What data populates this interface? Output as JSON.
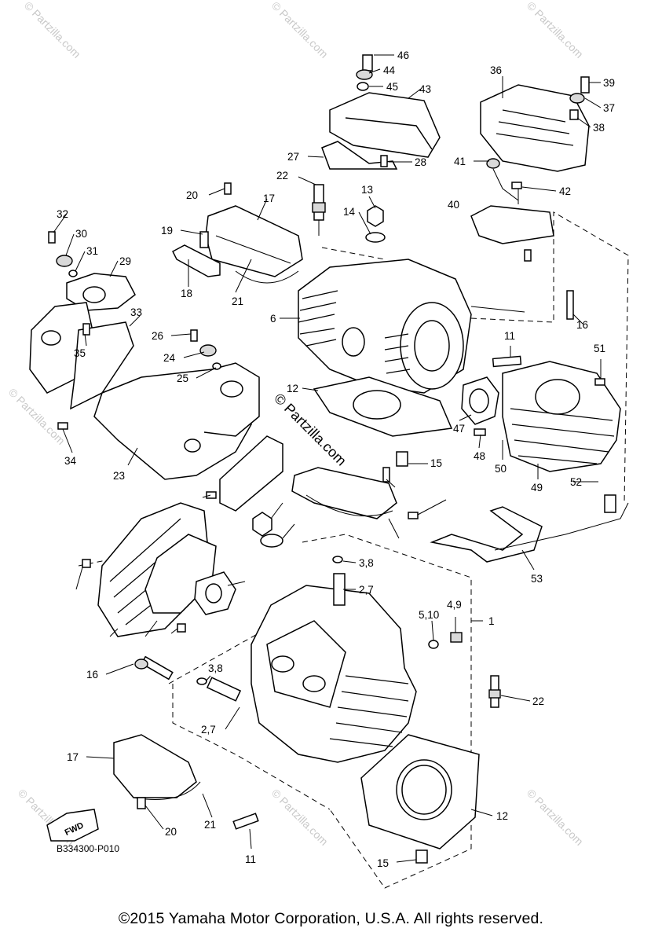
{
  "diagram": {
    "code": "B334300-P010",
    "fwd_label": "FWD",
    "copyright": "©2015 Yamaha Motor Corporation, U.S.A. All rights reserved.",
    "watermark": "© Partzilla.com",
    "callouts": [
      "46",
      "44",
      "45",
      "43",
      "36",
      "39",
      "37",
      "38",
      "27",
      "28",
      "41",
      "42",
      "22",
      "13",
      "14",
      "40",
      "20",
      "17",
      "19",
      "32",
      "30",
      "31",
      "29",
      "18",
      "21",
      "6",
      "16",
      "33",
      "26",
      "24",
      "35",
      "25",
      "11",
      "51",
      "12",
      "47",
      "34",
      "23",
      "48",
      "50",
      "15",
      "49",
      "52",
      "53",
      "3,8",
      "2,7",
      "5,10",
      "4,9",
      "1",
      "22",
      "17",
      "12",
      "21",
      "20",
      "11",
      "15",
      "16",
      "3,8",
      "2,7"
    ]
  }
}
